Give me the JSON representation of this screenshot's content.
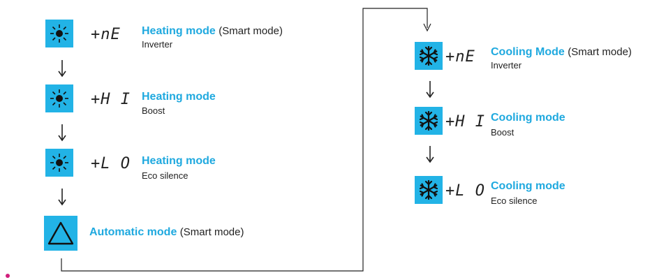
{
  "colors": {
    "accent": "#1fa9df",
    "tile": "#22b3e6",
    "text": "#222222",
    "dot": "#d11f7c"
  },
  "left_column": {
    "items": [
      {
        "icon": "sun-icon",
        "code": "+nE",
        "title": "Heating mode",
        "title_extra": "(Smart mode)",
        "subtitle": "Inverter"
      },
      {
        "icon": "sun-icon",
        "code": "+H I",
        "title": "Heating mode",
        "title_extra": "",
        "subtitle": "Boost"
      },
      {
        "icon": "sun-icon",
        "code": "+L O",
        "title": "Heating mode",
        "title_extra": "",
        "subtitle": "Eco silence"
      },
      {
        "icon": "triangle-icon",
        "code": "",
        "title": "Automatic mode",
        "title_extra": "(Smart mode)",
        "subtitle": ""
      }
    ]
  },
  "right_column": {
    "items": [
      {
        "icon": "snowflake-icon",
        "code": "+nE",
        "title": "Cooling Mode",
        "title_extra": "(Smart mode)",
        "subtitle": "Inverter"
      },
      {
        "icon": "snowflake-icon",
        "code": "+H I",
        "title": "Cooling mode",
        "title_extra": "",
        "subtitle": "Boost"
      },
      {
        "icon": "snowflake-icon",
        "code": "+L O",
        "title": "Cooling mode",
        "title_extra": "",
        "subtitle": "Eco silence"
      }
    ]
  }
}
